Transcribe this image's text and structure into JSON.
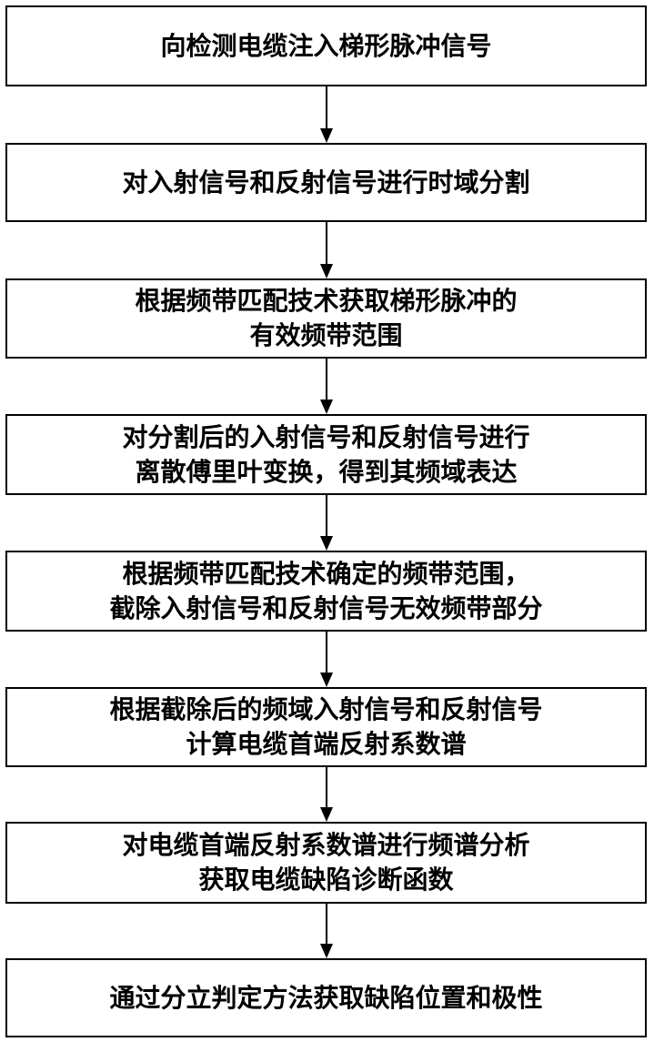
{
  "flowchart": {
    "steps": [
      {
        "lines": [
          "向检测电缆注入梯形脉冲信号"
        ]
      },
      {
        "lines": [
          "对入射信号和反射信号进行时域分割"
        ]
      },
      {
        "lines": [
          "根据频带匹配技术获取梯形脉冲的",
          "有效频带范围"
        ]
      },
      {
        "lines": [
          "对分割后的入射信号和反射信号进行",
          "离散傅里叶变换，得到其频域表达"
        ]
      },
      {
        "lines": [
          "根据频带匹配技术确定的频带范围，",
          "截除入射信号和反射信号无效频带部分"
        ]
      },
      {
        "lines": [
          "根据截除后的频域入射信号和反射信号",
          "计算电缆首端反射系数谱"
        ]
      },
      {
        "lines": [
          "对电缆首端反射系数谱进行频谱分析",
          "获取电缆缺陷诊断函数"
        ]
      },
      {
        "lines": [
          "通过分立判定方法获取缺陷位置和极性"
        ]
      }
    ]
  }
}
